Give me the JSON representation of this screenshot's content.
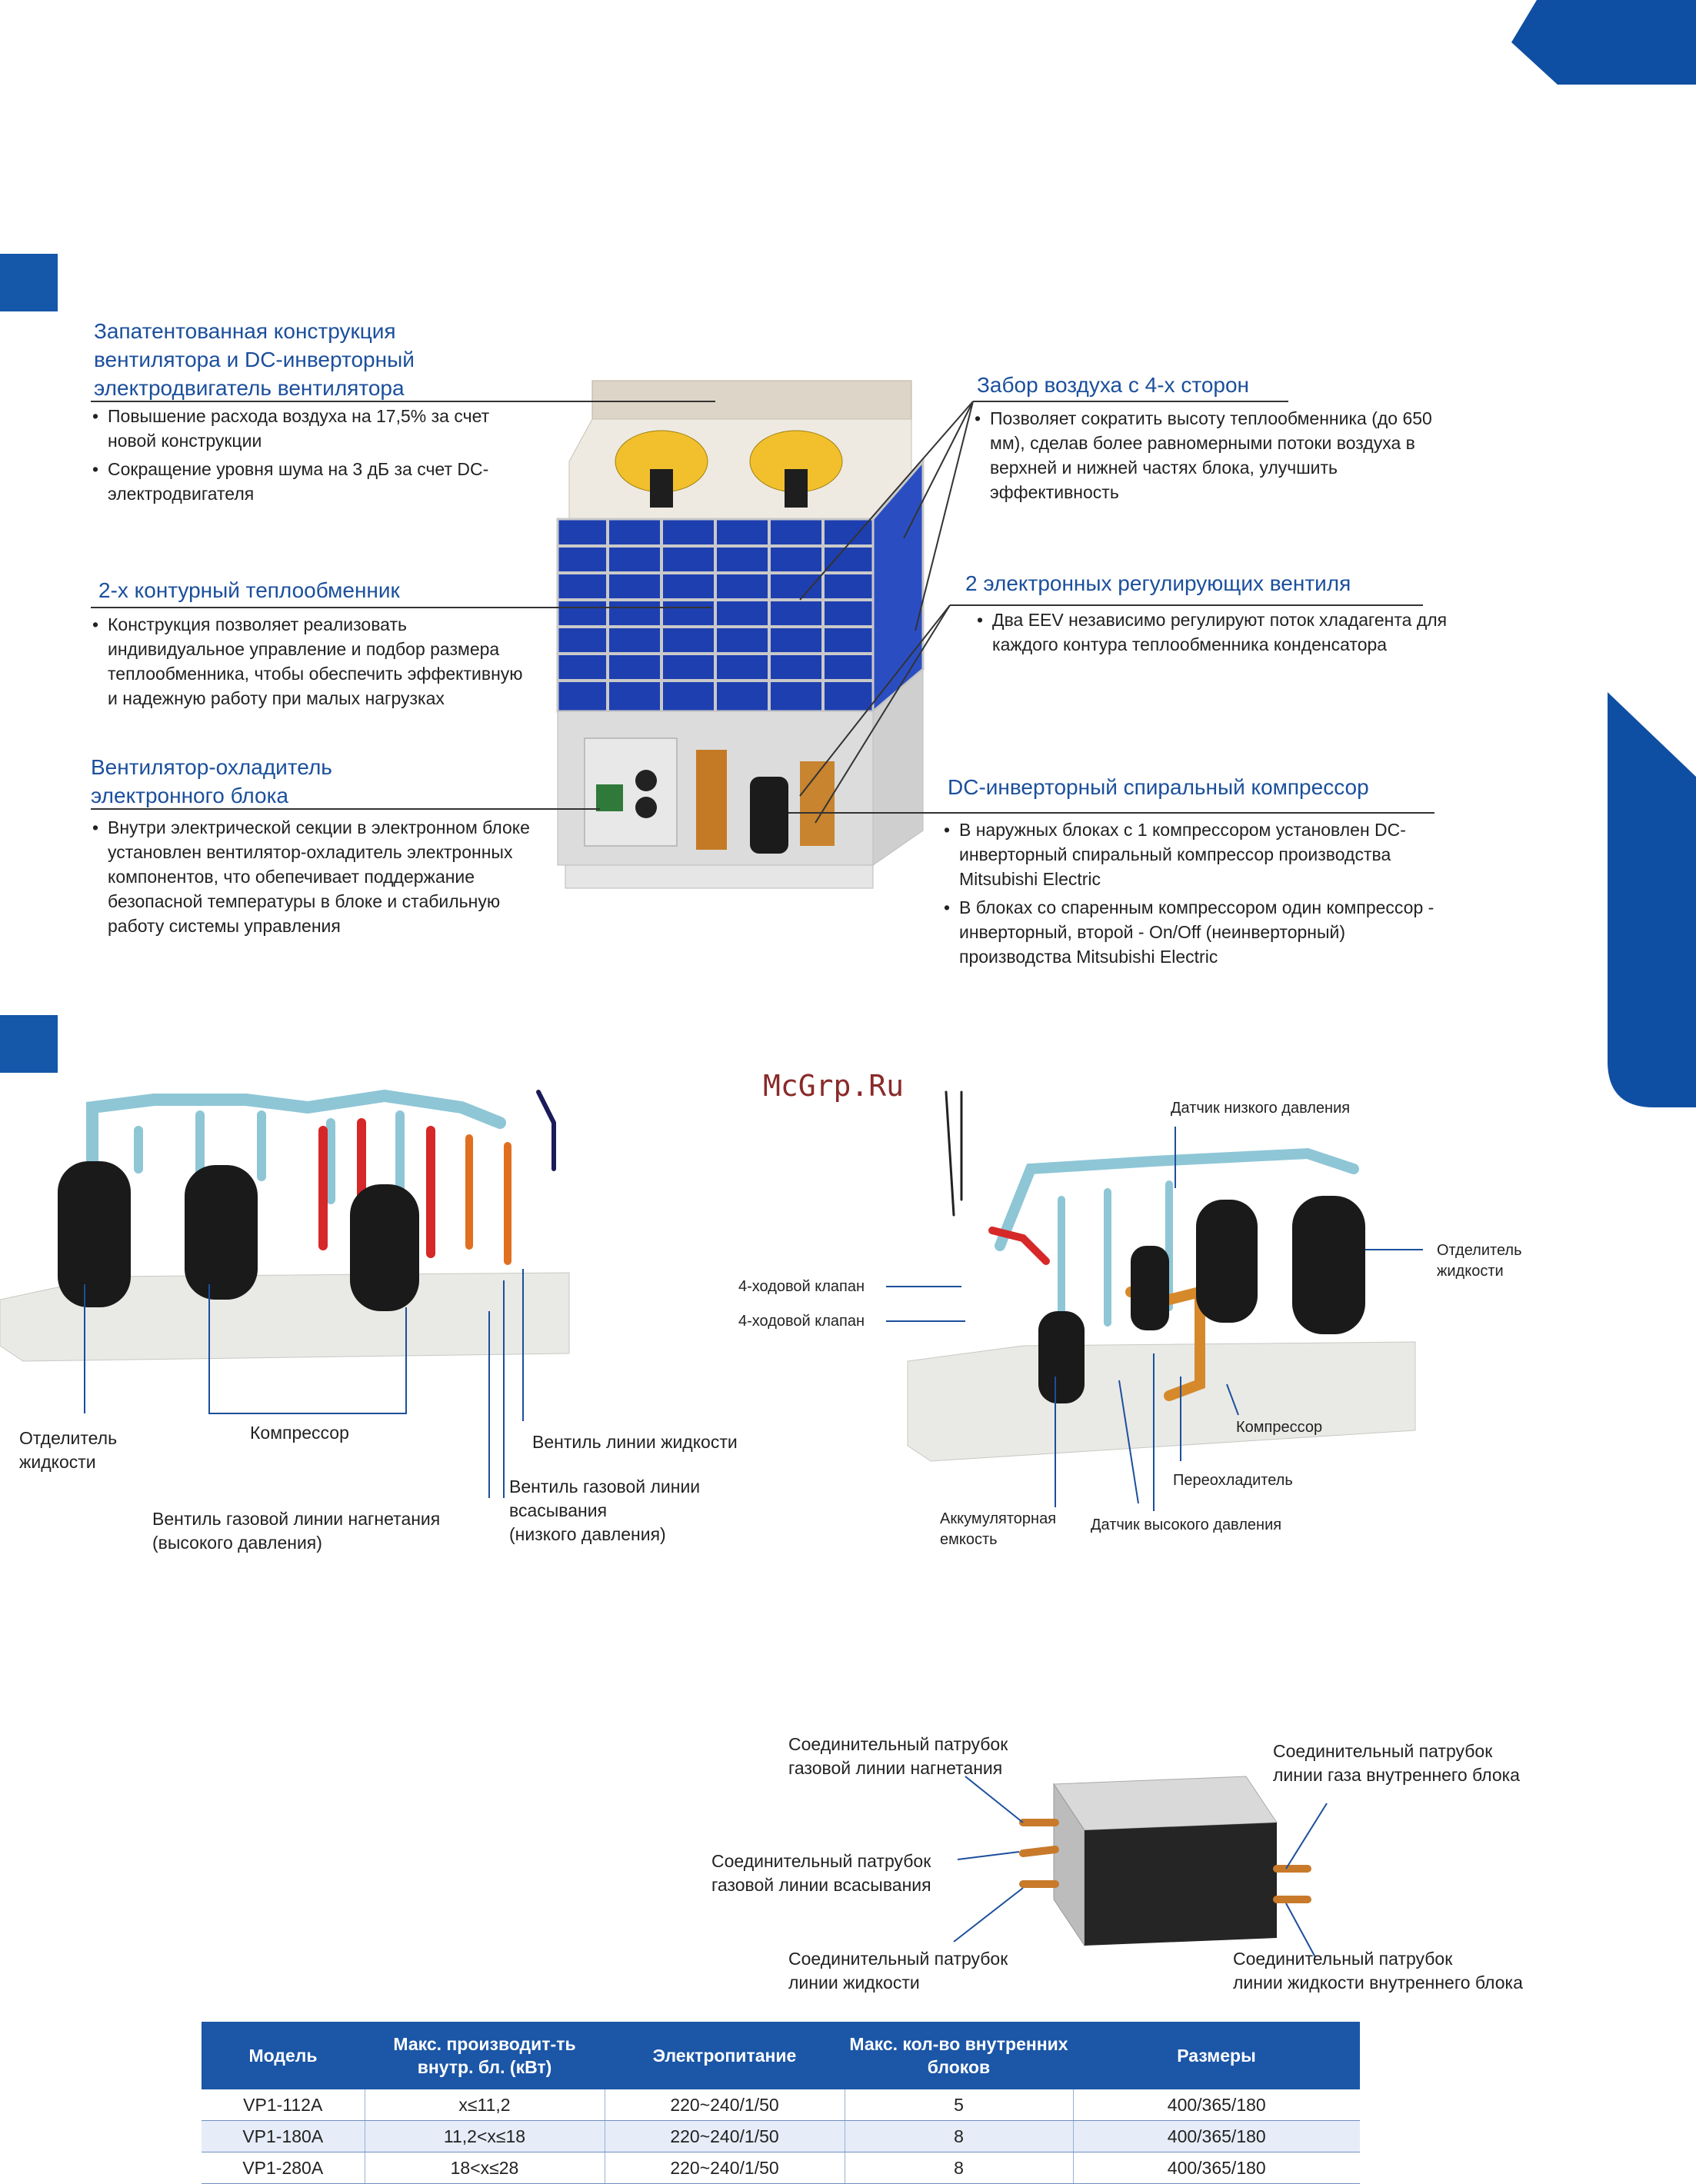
{
  "features": {
    "fan": {
      "title_lines": [
        "Запатентованная конструкция",
        "вентилятора и DC-инверторный",
        "электродвигатель вентилятора"
      ],
      "bullets": [
        "Повышение расхода воздуха на 17,5% за счет новой конструкции",
        "Сокращение уровня шума на 3 дБ за счет DC- электродвигателя"
      ]
    },
    "air_intake": {
      "title": "Забор воздуха с 4-х сторон",
      "bullets": [
        "Позволяет сократить высоту теплообменника (до 650 мм), сделав более равномерными потоки воздуха в верхней и нижней частях блока, улучшить эффективность"
      ]
    },
    "heat_exchanger": {
      "title": "2-х контурный теплообменник",
      "bullets": [
        "Конструкция позволяет реализовать индивидуальное управление и подбор размера теплообменника, чтобы обеспечить эффективную и надежную работу при малых нагрузках"
      ]
    },
    "eev": {
      "title": "2 электронных регулирующих вентиля",
      "bullets": [
        "Два EEV независимо регулируют поток хладагента для каждого контура теплообменника конденсатора"
      ]
    },
    "cooling_fan": {
      "title_lines": [
        "Вентилятор-охладитель",
        "электронного блока"
      ],
      "bullets": [
        "Внутри электрической секции в электронном блоке установлен вентилятор-охладитель электронных компонентов, что обепечивает поддержание безопасной температуры в блоке и стабильную работу системы управления"
      ]
    },
    "compressor": {
      "title": "DC-инверторный спиральный компрессор",
      "bullets": [
        "В наружных блоках с 1 компрессором установлен DC-инверторный спиральный компрессор производства Mitsubishi Electric",
        "В блоках со спаренным компрессором один компрессор - инверторный, второй - On/Off (неинверторный) производства Mitsubishi Electric"
      ]
    }
  },
  "left_diagram_labels": {
    "separator_lines": [
      "Отделитель",
      "жидкости"
    ],
    "compressor": "Компрессор",
    "liquid_valve": "Вентиль линии жидкости",
    "suction_valve_lines": [
      "Вентиль газовой линии",
      "всасывания",
      "(низкого давления)"
    ],
    "discharge_valve_lines": [
      "Вентиль газовой линии нагнетания",
      "(высокого давления)"
    ]
  },
  "right_diagram_labels": {
    "watermark": "McGrp.Ru",
    "low_pressure_sensor": "Датчик низкого давления",
    "separator_lines": [
      "Отделитель",
      "жидкости"
    ],
    "four_way_1": "4-ходовой клапан",
    "four_way_2": "4-ходовой клапан",
    "compressor": "Компрессор",
    "subcooler": "Переохладитель",
    "accumulator_lines": [
      "Аккумуляторная",
      "емкость"
    ],
    "high_pressure_sensor": "Датчик высокого давления"
  },
  "box_labels": {
    "discharge_gas": [
      "Соединительный патрубок",
      "газовой линии нагнетания"
    ],
    "indoor_gas": [
      "Соединительный патрубок",
      "линии газа внутреннего блока"
    ],
    "suction_gas": [
      "Соединительный патрубок",
      "газовой линии всасывания"
    ],
    "liquid": [
      "Соединительный патрубок",
      "линии жидкости"
    ],
    "indoor_liquid": [
      "Соединительный патрубок",
      "линии жидкости внутреннего блока"
    ]
  },
  "table": {
    "headers": [
      "Модель",
      "Макс. производит-ть внутр. бл. (кВт)",
      "Электропитание",
      "Макс. кол-во внутренних блоков",
      "Размеры"
    ],
    "rows": [
      [
        "VP1-112A",
        "x≤11,2",
        "220~240/1/50",
        "5",
        "400/365/180"
      ],
      [
        "VP1-180A",
        "11,2<x≤18",
        "220~240/1/50",
        "8",
        "400/365/180"
      ],
      [
        "VP1-280A",
        "18<x≤28",
        "220~240/1/50",
        "8",
        "400/365/180"
      ]
    ]
  },
  "colors": {
    "accent": "#1b4f9c",
    "tab_blue": "#0f4fa3",
    "table_header": "#1b56a7"
  }
}
